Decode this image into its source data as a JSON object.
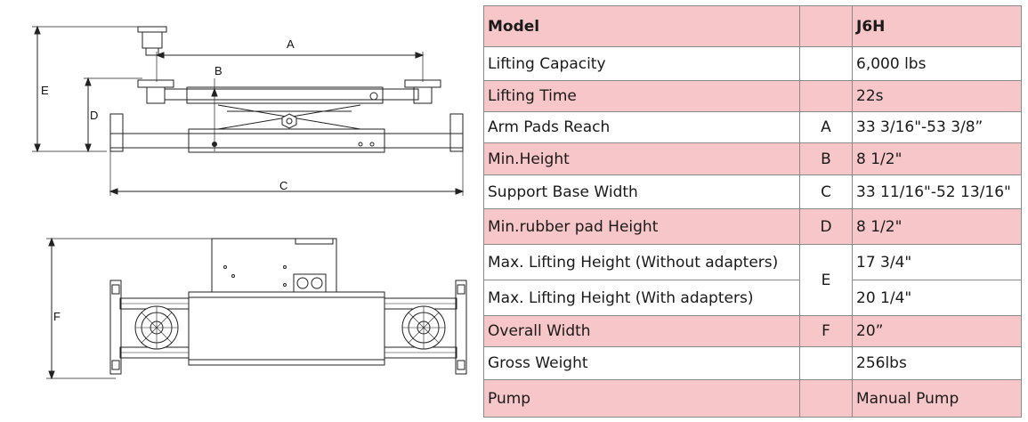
{
  "drawing": {
    "dimension_labels": [
      "A",
      "B",
      "C",
      "D",
      "E",
      "F"
    ]
  },
  "spec_table": {
    "header": {
      "label": "Model",
      "code": "",
      "value": "J6H"
    },
    "rows": [
      {
        "label": "Lifting Capacity",
        "code": "",
        "value": "6,000 lbs"
      },
      {
        "label": "Lifting Time",
        "code": "",
        "value": "22s"
      },
      {
        "label": "Arm Pads Reach",
        "code": "A",
        "value": "33 3/16\"-53 3/8”"
      },
      {
        "label": "Min.Height",
        "code": "B",
        "value": "8 1/2\""
      },
      {
        "label": "Support Base Width",
        "code": "C",
        "value": "33 11/16\"-52 13/16\""
      },
      {
        "label": "Min.rubber pad Height",
        "code": "D",
        "value": "8 1/2\""
      },
      {
        "label": "Max. Lifting Height  (Without adapters)",
        "code": "E",
        "value": "17 3/4\""
      },
      {
        "label": "Max. Lifting Height (With adapters)",
        "code": "",
        "value": "20 1/4\""
      },
      {
        "label": "Overall Width",
        "code": "F",
        "value": "20”"
      },
      {
        "label": "Gross Weight",
        "code": "",
        "value": "256lbs"
      },
      {
        "label": "Pump",
        "code": "",
        "value": "Manual Pump"
      }
    ]
  }
}
